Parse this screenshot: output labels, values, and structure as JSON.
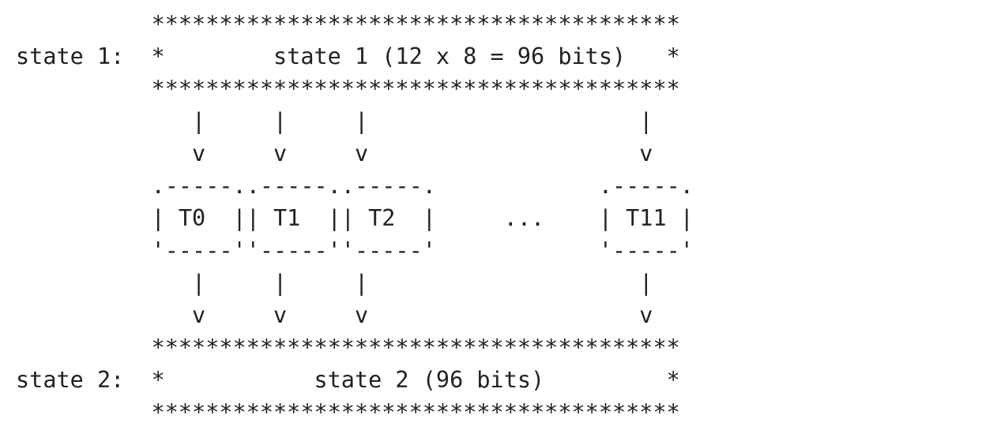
{
  "lines": [
    "          ***************************************",
    "state 1:  *        state 1 (12 x 8 = 96 bits)   *",
    "          ***************************************",
    "             |     |     |                    |",
    "             v     v     v                    v",
    "          .-----..-----..-----.            .-----.",
    "          | T0  || T1  || T2  |     ...    | T11 |",
    "          '-----''-----''-----'            '-----'",
    "             |     |     |                    |",
    "             v     v     v                    v",
    "          ***************************************",
    "state 2:  *           state 2 (96 bits)         *",
    "          ***************************************"
  ],
  "labels": {
    "state1_label": "state 1:",
    "state1_text": "state 1 (12 x 8 = 96 bits)",
    "state2_label": "state 2:",
    "state2_text": "state 2 (96 bits)",
    "tables": [
      "T0",
      "T1",
      "T2",
      "...",
      "T11"
    ]
  }
}
